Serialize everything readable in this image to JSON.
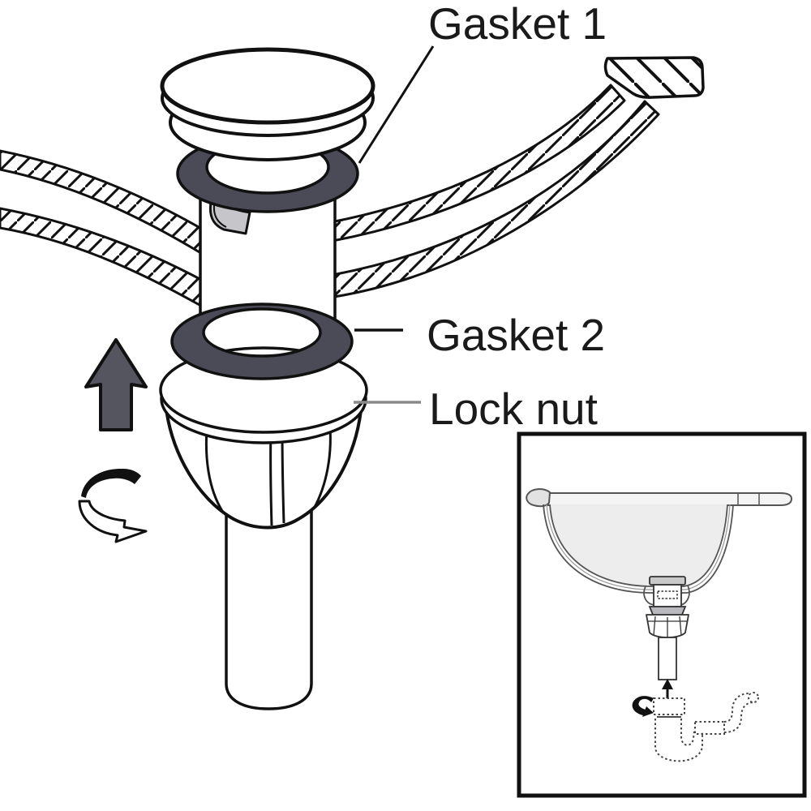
{
  "diagram": {
    "labels": {
      "gasket1": "Gasket 1",
      "gasket2": "Gasket 2",
      "lock_nut": "Lock nut"
    },
    "colors": {
      "gasket": "#4b4b57",
      "arrow_fill": "#55555f",
      "outline": "#111111",
      "leader_gray": "#8a8a8a",
      "inset_basin_fill": "#ededed",
      "metal_gray": "#c6c6ca",
      "inset_metal_gray": "#c9c9c9",
      "inset_line": "#444444"
    },
    "icons": {
      "up_arrow": "⬆",
      "rotate_arrow": "↺",
      "inset_up_arrow": "↑",
      "inset_rotate_arrow": "↺"
    }
  }
}
